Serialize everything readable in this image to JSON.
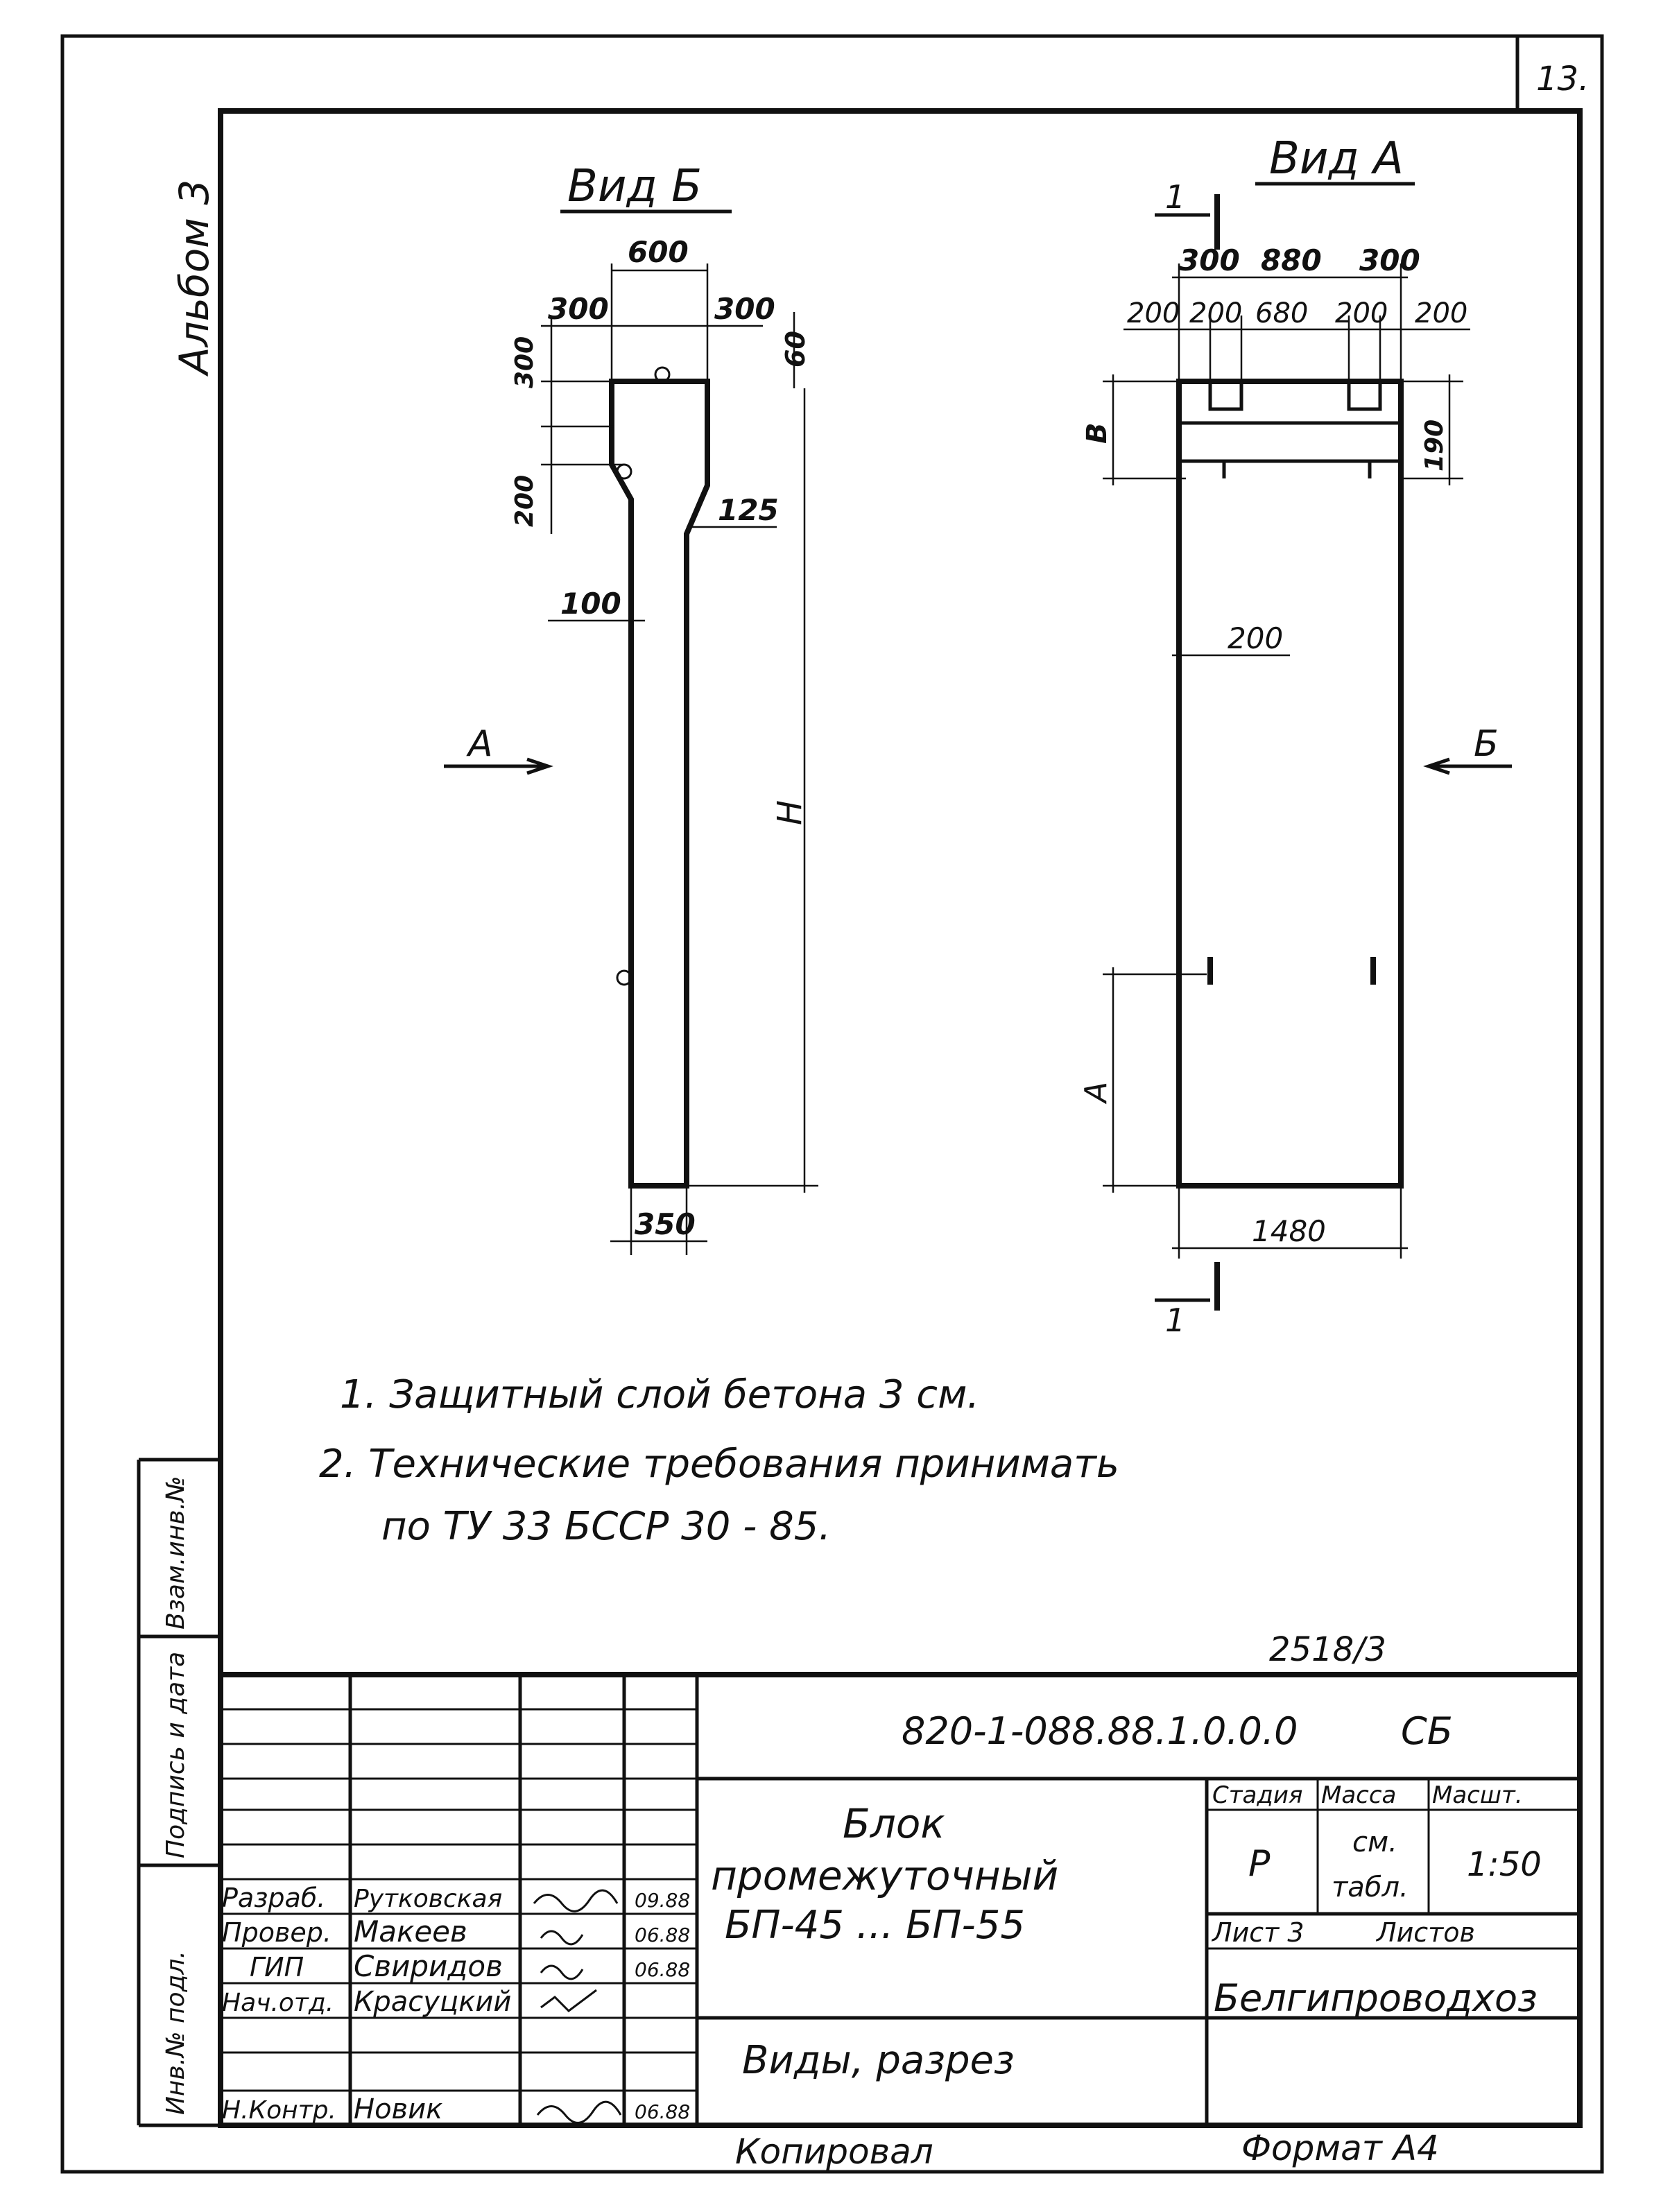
{
  "page_number": "13.",
  "album": "Альбом 3",
  "view_b": {
    "title": "Вид Б",
    "dims": {
      "top": "600",
      "left": "300",
      "right": "300",
      "right_top": "60",
      "left_top": "300",
      "left_mid": "200",
      "neck": "125",
      "shoulder": "100",
      "bottom": "350",
      "height": "H"
    }
  },
  "view_a": {
    "title": "Вид А",
    "cut_label": "1",
    "dims": {
      "top_left": "300",
      "top_mid": "880",
      "top_right": "300",
      "r2_a": "200",
      "r2_b": "200",
      "r2_c": "680",
      "r2_d": "200",
      "r2_e": "200",
      "left_b": "B",
      "right_190": "190",
      "inner_200": "200",
      "left_a": "A",
      "bottom": "1480"
    }
  },
  "arrows": {
    "left": "А",
    "right": "Б"
  },
  "notes": [
    "1. Защитный слой бетона 3 см.",
    "2. Технические требования принимать",
    "по ТУ 33 БССР 30 - 85."
  ],
  "sheet_ref": "2518/3",
  "stamp": {
    "doc_code": "820-1-088.88.1.0.0.0",
    "doc_suffix": "СБ",
    "title_line1": "Блок",
    "title_line2": "промежуточный",
    "title_line3": "БП-45 ... БП-55",
    "subtitle": "Виды, разрез",
    "stage_h": "Стадия",
    "mass_h": "Масса",
    "scale_h": "Масшт.",
    "stage": "Р",
    "mass_line1": "см.",
    "mass_line2": "табл.",
    "scale": "1:50",
    "sheet": "Лист 3",
    "sheets": "Листов",
    "org": "Белгипроводхоз",
    "rows": [
      {
        "role": "Разраб.",
        "name": "Рутковская",
        "date": "09.88"
      },
      {
        "role": "Провер.",
        "name": "Макеев",
        "date": "06.88"
      },
      {
        "role": "ГИП",
        "name": "Свиридов",
        "date": "06.88"
      },
      {
        "role": "Нач.отд.",
        "name": "Красуцкий",
        "date": ""
      },
      {
        "role": "Н.Контр.",
        "name": "Новик",
        "date": "06.88"
      }
    ]
  },
  "side_labels": [
    "Взам.инв.№",
    "Подпись и дата",
    "Инв.№ подл."
  ],
  "footer_left": "Копировал",
  "footer_right": "Формат А4"
}
